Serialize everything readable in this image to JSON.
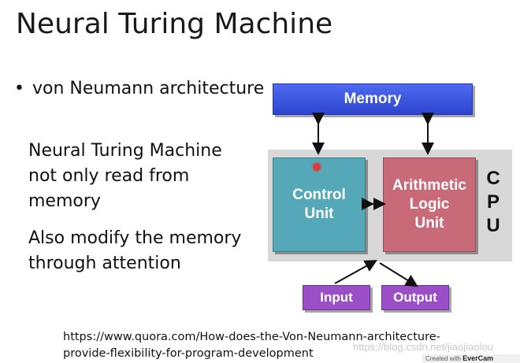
{
  "slide": {
    "title": "Neural Turing Machine",
    "bullet": "von Neumann architecture",
    "para1_lines": [
      "Neural Turing Machine",
      "not only read from",
      "memory"
    ],
    "para2_lines": [
      "Also modify the memory",
      "through attention"
    ],
    "link_lines": [
      "https://www.quora.com/How-does-the-Von-Neumann-architecture-",
      "provide-flexibility-for-program-development"
    ]
  },
  "diagram": {
    "memory": "Memory",
    "control_lines": [
      "Control",
      "Unit"
    ],
    "alu_lines": [
      "Arithmetic",
      "Logic",
      "Unit"
    ],
    "cpu_letters": [
      "C",
      "P",
      "U"
    ],
    "input": "Input",
    "output": "Output"
  },
  "overlay": {
    "watermark": "https://blog.csdn.net/jiaojiaolou",
    "evercam_prefix": "Created with",
    "evercam_brand": "EverCam"
  },
  "colors": {
    "memory": "#3a55e0",
    "control": "#54a8b8",
    "alu": "#c86a78",
    "io": "#9b4fc6",
    "cpu_background": "#d8d8d8",
    "pointer": "#e23b3b"
  }
}
